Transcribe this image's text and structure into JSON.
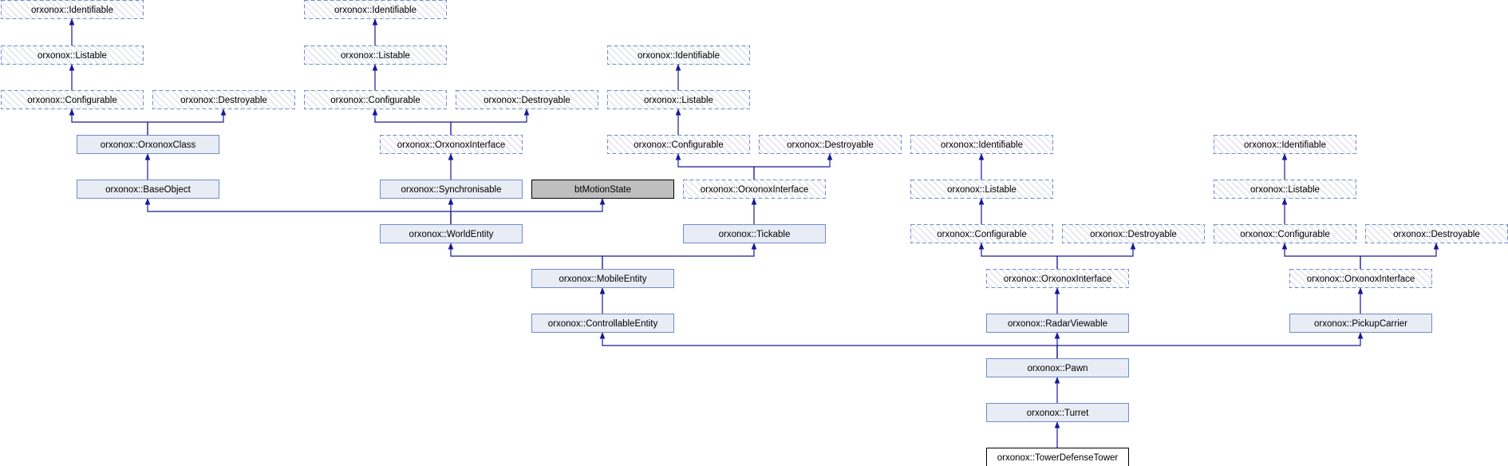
{
  "diagram": {
    "colors": {
      "edge": "#191999",
      "node_fill": "#e8ecf5",
      "node_border": "#6f8cc9",
      "external_fill": "#bfbfbf",
      "external_border": "#000000",
      "focus_fill": "#ffffff",
      "focus_border": "#000000"
    },
    "nodes": [
      {
        "id": "a_id",
        "label": "orxonox::Identifiable",
        "style": "hatched"
      },
      {
        "id": "a_li",
        "label": "orxonox::Listable",
        "style": "hatched"
      },
      {
        "id": "a_co",
        "label": "orxonox::Configurable",
        "style": "hatched"
      },
      {
        "id": "a_de",
        "label": "orxonox::Destroyable",
        "style": "hatched"
      },
      {
        "id": "oc",
        "label": "orxonox::OrxonoxClass",
        "style": "normal"
      },
      {
        "id": "bo",
        "label": "orxonox::BaseObject",
        "style": "normal"
      },
      {
        "id": "b_id",
        "label": "orxonox::Identifiable",
        "style": "hatched"
      },
      {
        "id": "b_li",
        "label": "orxonox::Listable",
        "style": "hatched"
      },
      {
        "id": "b_co",
        "label": "orxonox::Configurable",
        "style": "hatched"
      },
      {
        "id": "b_de",
        "label": "orxonox::Destroyable",
        "style": "hatched"
      },
      {
        "id": "b_oi",
        "label": "orxonox::OrxonoxInterface",
        "style": "hatched"
      },
      {
        "id": "sy",
        "label": "orxonox::Synchronisable",
        "style": "normal"
      },
      {
        "id": "bt",
        "label": "btMotionState",
        "style": "external"
      },
      {
        "id": "c_id",
        "label": "orxonox::Identifiable",
        "style": "hatched"
      },
      {
        "id": "c_li",
        "label": "orxonox::Listable",
        "style": "hatched"
      },
      {
        "id": "c_co",
        "label": "orxonox::Configurable",
        "style": "hatched"
      },
      {
        "id": "c_de",
        "label": "orxonox::Destroyable",
        "style": "hatched"
      },
      {
        "id": "c_oi",
        "label": "orxonox::OrxonoxInterface",
        "style": "hatched"
      },
      {
        "id": "we",
        "label": "orxonox::WorldEntity",
        "style": "normal"
      },
      {
        "id": "ti",
        "label": "orxonox::Tickable",
        "style": "normal"
      },
      {
        "id": "me",
        "label": "orxonox::MobileEntity",
        "style": "normal"
      },
      {
        "id": "ce",
        "label": "orxonox::ControllableEntity",
        "style": "normal"
      },
      {
        "id": "d_id",
        "label": "orxonox::Identifiable",
        "style": "hatched"
      },
      {
        "id": "d_li",
        "label": "orxonox::Listable",
        "style": "hatched"
      },
      {
        "id": "d_co",
        "label": "orxonox::Configurable",
        "style": "hatched"
      },
      {
        "id": "d_de",
        "label": "orxonox::Destroyable",
        "style": "hatched"
      },
      {
        "id": "d_oi",
        "label": "orxonox::OrxonoxInterface",
        "style": "hatched"
      },
      {
        "id": "rv",
        "label": "orxonox::RadarViewable",
        "style": "normal"
      },
      {
        "id": "e_id",
        "label": "orxonox::Identifiable",
        "style": "hatched"
      },
      {
        "id": "e_li",
        "label": "orxonox::Listable",
        "style": "hatched"
      },
      {
        "id": "e_co",
        "label": "orxonox::Configurable",
        "style": "hatched"
      },
      {
        "id": "e_de",
        "label": "orxonox::Destroyable",
        "style": "hatched"
      },
      {
        "id": "e_oi",
        "label": "orxonox::OrxonoxInterface",
        "style": "hatched"
      },
      {
        "id": "pc",
        "label": "orxonox::PickupCarrier",
        "style": "normal"
      },
      {
        "id": "pa",
        "label": "orxonox::Pawn",
        "style": "normal"
      },
      {
        "id": "tu",
        "label": "orxonox::Turret",
        "style": "normal"
      },
      {
        "id": "tdt",
        "label": "orxonox::TowerDefenseTower",
        "style": "focus"
      }
    ],
    "edges": [
      [
        "a_li",
        "a_id"
      ],
      [
        "a_co",
        "a_li"
      ],
      [
        "oc",
        "a_co"
      ],
      [
        "oc",
        "a_de"
      ],
      [
        "bo",
        "oc"
      ],
      [
        "b_li",
        "b_id"
      ],
      [
        "b_co",
        "b_li"
      ],
      [
        "b_oi",
        "b_co"
      ],
      [
        "b_oi",
        "b_de"
      ],
      [
        "sy",
        "b_oi"
      ],
      [
        "we",
        "bo"
      ],
      [
        "we",
        "sy"
      ],
      [
        "we",
        "bt"
      ],
      [
        "c_li",
        "c_id"
      ],
      [
        "c_co",
        "c_li"
      ],
      [
        "c_oi",
        "c_co"
      ],
      [
        "c_oi",
        "c_de"
      ],
      [
        "ti",
        "c_oi"
      ],
      [
        "me",
        "we"
      ],
      [
        "me",
        "ti"
      ],
      [
        "ce",
        "me"
      ],
      [
        "d_li",
        "d_id"
      ],
      [
        "d_co",
        "d_li"
      ],
      [
        "d_oi",
        "d_co"
      ],
      [
        "d_oi",
        "d_de"
      ],
      [
        "rv",
        "d_oi"
      ],
      [
        "e_li",
        "e_id"
      ],
      [
        "e_co",
        "e_li"
      ],
      [
        "e_oi",
        "e_co"
      ],
      [
        "e_oi",
        "e_de"
      ],
      [
        "pc",
        "e_oi"
      ],
      [
        "pa",
        "ce"
      ],
      [
        "pa",
        "rv"
      ],
      [
        "pa",
        "pc"
      ],
      [
        "tu",
        "pa"
      ],
      [
        "tdt",
        "tu"
      ]
    ]
  }
}
